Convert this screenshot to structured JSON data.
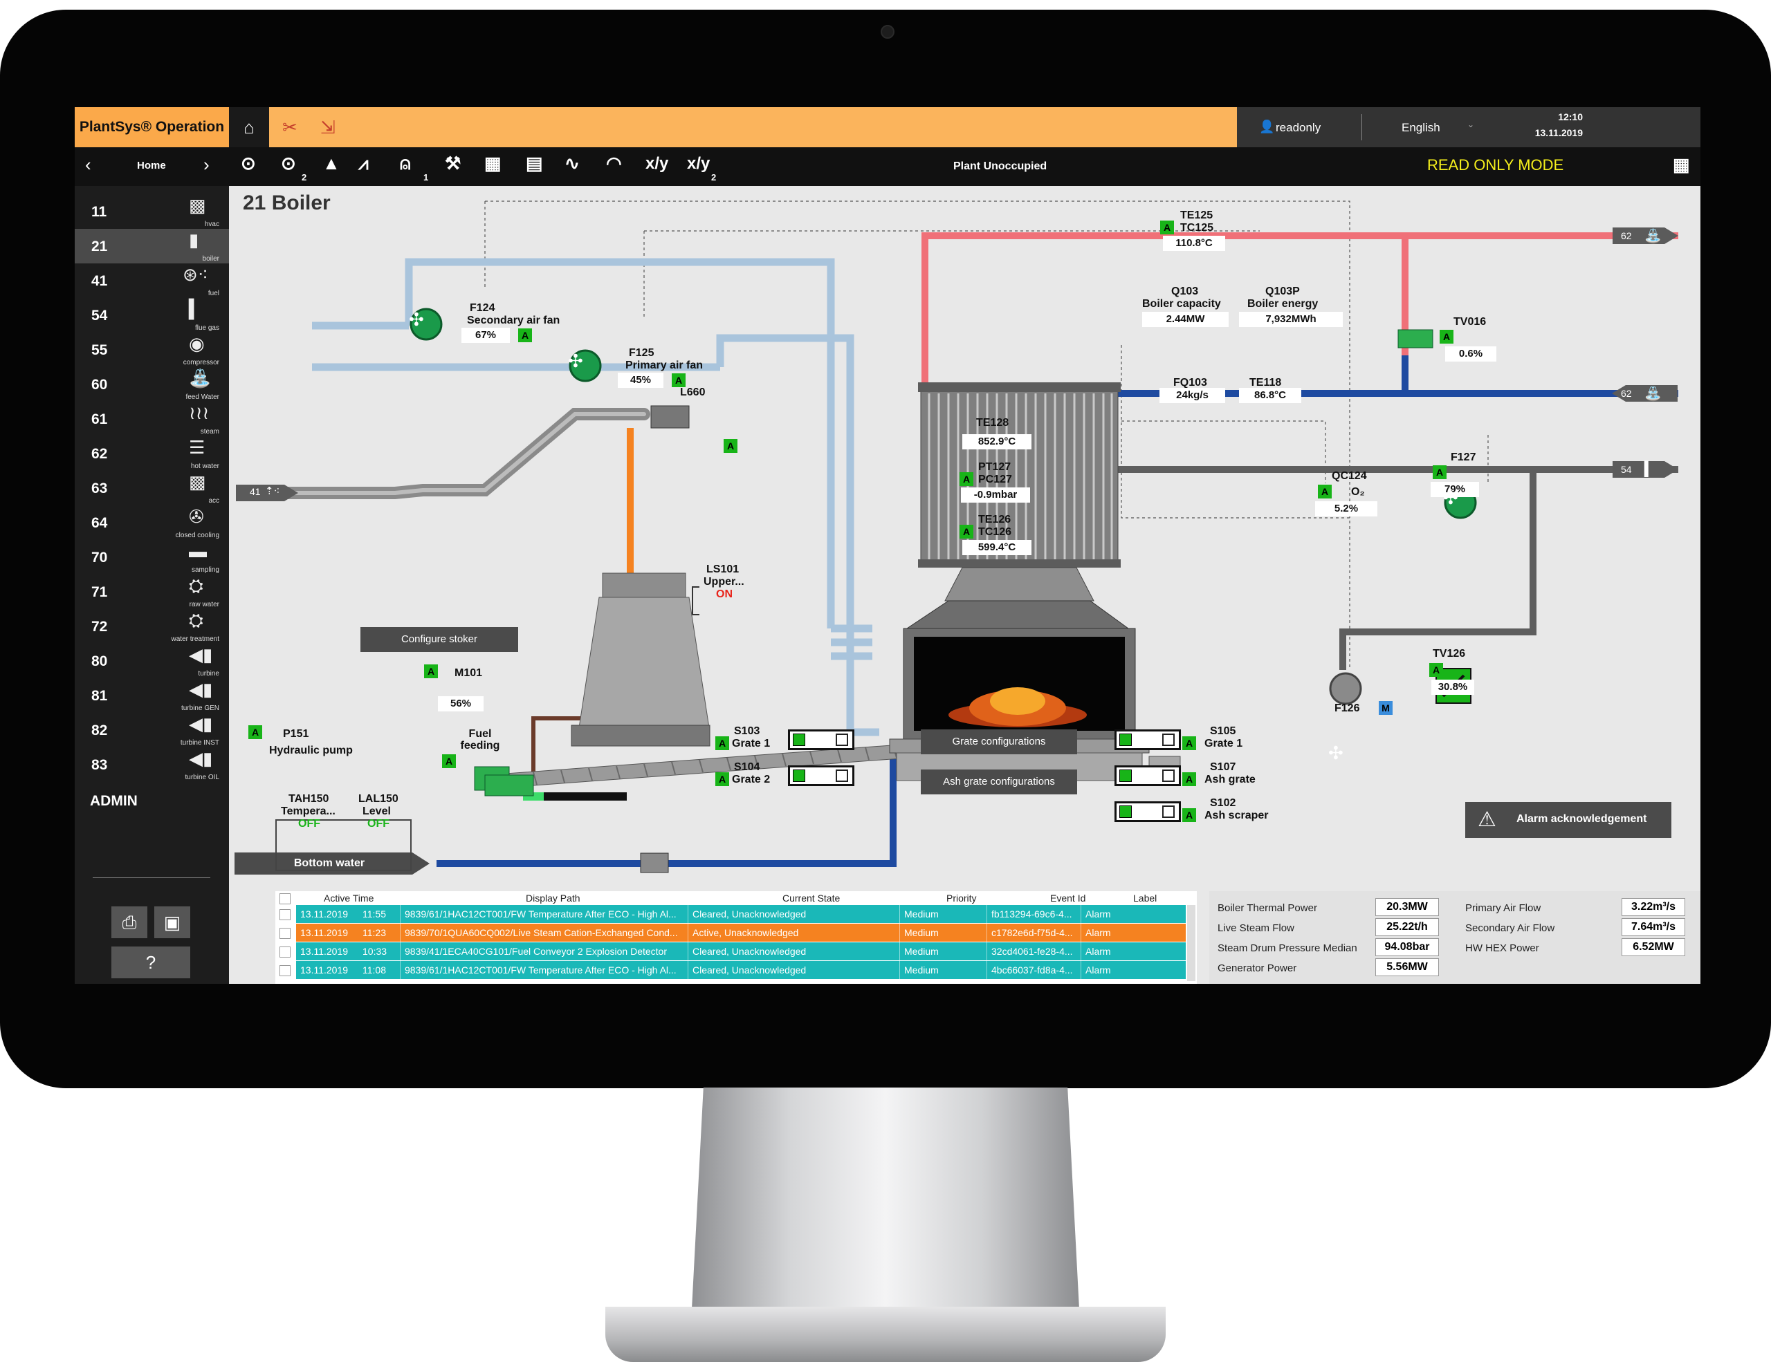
{
  "header": {
    "brand": "PlantSys® Operation",
    "user": "readonly",
    "language": "English",
    "time": "12:10",
    "date": "13.11.2019"
  },
  "toolbar": {
    "home": "Home",
    "play2_sub": "2",
    "alarm2_sub": "1",
    "xy1": "x/y",
    "xy2": "x/y",
    "xy2_sub": "2",
    "status": "Plant Unoccupied",
    "mode": "READ ONLY MODE"
  },
  "sidebar": {
    "items": [
      {
        "num": "11",
        "label": "hvac"
      },
      {
        "num": "21",
        "label": "boiler"
      },
      {
        "num": "41",
        "label": "fuel"
      },
      {
        "num": "54",
        "label": "flue gas"
      },
      {
        "num": "55",
        "label": "compressor"
      },
      {
        "num": "60",
        "label": "feed Water"
      },
      {
        "num": "61",
        "label": "steam"
      },
      {
        "num": "62",
        "label": "hot water"
      },
      {
        "num": "63",
        "label": "acc"
      },
      {
        "num": "64",
        "label": "closed cooling"
      },
      {
        "num": "70",
        "label": "sampling"
      },
      {
        "num": "71",
        "label": "raw water"
      },
      {
        "num": "72",
        "label": "water treatment"
      },
      {
        "num": "80",
        "label": "turbine"
      },
      {
        "num": "81",
        "label": "turbine GEN"
      },
      {
        "num": "82",
        "label": "turbine INST"
      },
      {
        "num": "83",
        "label": "turbine OIL"
      }
    ],
    "admin": "ADMIN",
    "help": "?"
  },
  "diagram": {
    "title": "21  Boiler",
    "auto": "A",
    "manual": "M",
    "f124": {
      "tag": "F124",
      "name": "Secondary air fan",
      "value": "67%"
    },
    "f125": {
      "tag": "F125",
      "name": "Primary air fan",
      "value": "45%"
    },
    "l660": {
      "tag": "L660"
    },
    "conveyor_in": "41",
    "ls101": {
      "tag": "LS101",
      "name": "Upper...",
      "state": "ON"
    },
    "configure_stoker": "Configure stoker",
    "m101": {
      "tag": "M101",
      "value": "56%"
    },
    "fuel_feeding": "Fuel\nfeeding",
    "p151": {
      "tag": "P151",
      "name": "Hydraulic pump"
    },
    "tah150": {
      "tag": "TAH150",
      "name": "Tempera...",
      "state": "OFF"
    },
    "lal150": {
      "tag": "LAL150",
      "name": "Level",
      "state": "OFF"
    },
    "bottom_water": "Bottom water",
    "te125": {
      "tag1": "TE125",
      "tag2": "TC125",
      "value": "110.8°C"
    },
    "q103": {
      "tag": "Q103",
      "name": "Boiler capacity",
      "value": "2.44MW"
    },
    "q103p": {
      "tag": "Q103P",
      "name": "Boiler energy",
      "value": "7,932MWh"
    },
    "tv016": {
      "tag": "TV016",
      "value": "0.6%"
    },
    "fq103": {
      "tag": "FQ103",
      "value": "24kg/s"
    },
    "te118": {
      "tag": "TE118",
      "value": "86.8°C"
    },
    "te128": {
      "tag": "TE128",
      "value": "852.9°C"
    },
    "pt127": {
      "tag1": "PT127",
      "tag2": "PC127",
      "value": "-0.9mbar"
    },
    "te126": {
      "tag1": "TE126",
      "tag2": "TC126",
      "value": "599.4°C"
    },
    "qc124": {
      "tag": "QC124",
      "name": "O₂",
      "value": "5.2%"
    },
    "f127": {
      "tag": "F127",
      "value": "79%"
    },
    "f126": {
      "tag": "F126"
    },
    "tv126": {
      "tag": "TV126",
      "value": "30.8%"
    },
    "out_62_top": "62",
    "out_62_mid": "62",
    "out_54": "54",
    "s103": {
      "tag": "S103",
      "name": "Grate 1"
    },
    "s104": {
      "tag": "S104",
      "name": "Grate 2"
    },
    "s105": {
      "tag": "S105",
      "name": "Grate 1"
    },
    "s107": {
      "tag": "S107",
      "name": "Ash grate"
    },
    "s102": {
      "tag": "S102",
      "name": "Ash scraper"
    },
    "grate_config": "Grate configurations",
    "ash_grate_config": "Ash grate configurations",
    "alarm_ack": "Alarm acknowledgement"
  },
  "alarms": {
    "headers": [
      "Active Time",
      "Display Path",
      "Current State",
      "Priority",
      "Event Id",
      "Label"
    ],
    "rows": [
      {
        "date": "13.11.2019",
        "time": "11:55",
        "path": "9839/61/1HAC12CT001/FW Temperature After ECO - High Al...",
        "state": "Cleared, Unacknowledged",
        "priority": "Medium",
        "event": "fb113294-69c6-4...",
        "label": "Alarm",
        "color": "#1ab8b8"
      },
      {
        "date": "13.11.2019",
        "time": "11:23",
        "path": "9839/70/1QUA60CQ002/Live Steam Cation-Exchanged Cond...",
        "state": "Active, Unacknowledged",
        "priority": "Medium",
        "event": "c1782e6d-f75d-4...",
        "label": "Alarm",
        "color": "#f58220"
      },
      {
        "date": "13.11.2019",
        "time": "10:33",
        "path": "9839/41/1ECA40CG101/Fuel Conveyor 2 Explosion Detector",
        "state": "Cleared, Unacknowledged",
        "priority": "Medium",
        "event": "32cd4061-fe28-4...",
        "label": "Alarm",
        "color": "#1ab8b8"
      },
      {
        "date": "13.11.2019",
        "time": "11:08",
        "path": "9839/61/1HAC12CT001/FW Temperature After ECO - High Al...",
        "state": "Cleared, Unacknowledged",
        "priority": "Medium",
        "event": "4bc66037-fd8a-4...",
        "label": "Alarm",
        "color": "#1ab8b8"
      }
    ]
  },
  "summary": {
    "boiler_thermal_power": {
      "label": "Boiler Thermal Power",
      "value": "20.3MW"
    },
    "live_steam_flow": {
      "label": "Live Steam Flow",
      "value": "25.22t/h"
    },
    "steam_drum_pressure": {
      "label": "Steam Drum Pressure Median",
      "value": "94.08bar"
    },
    "generator_power": {
      "label": "Generator Power",
      "value": "5.56MW"
    },
    "primary_air_flow": {
      "label": "Primary Air Flow",
      "value": "3.22m³/s"
    },
    "secondary_air_flow": {
      "label": "Secondary Air Flow",
      "value": "7.64m³/s"
    },
    "hw_hex_power": {
      "label": "HW HEX Power",
      "value": "6.52MW"
    }
  },
  "colors": {
    "accent_orange": "#fbb45c",
    "auto_green": "#18b418",
    "steam_red": "#f07078",
    "water_blue": "#1e4aa0",
    "air_lightblue": "#a9c4dc",
    "readonly_yellow": "#f4ee1c"
  }
}
